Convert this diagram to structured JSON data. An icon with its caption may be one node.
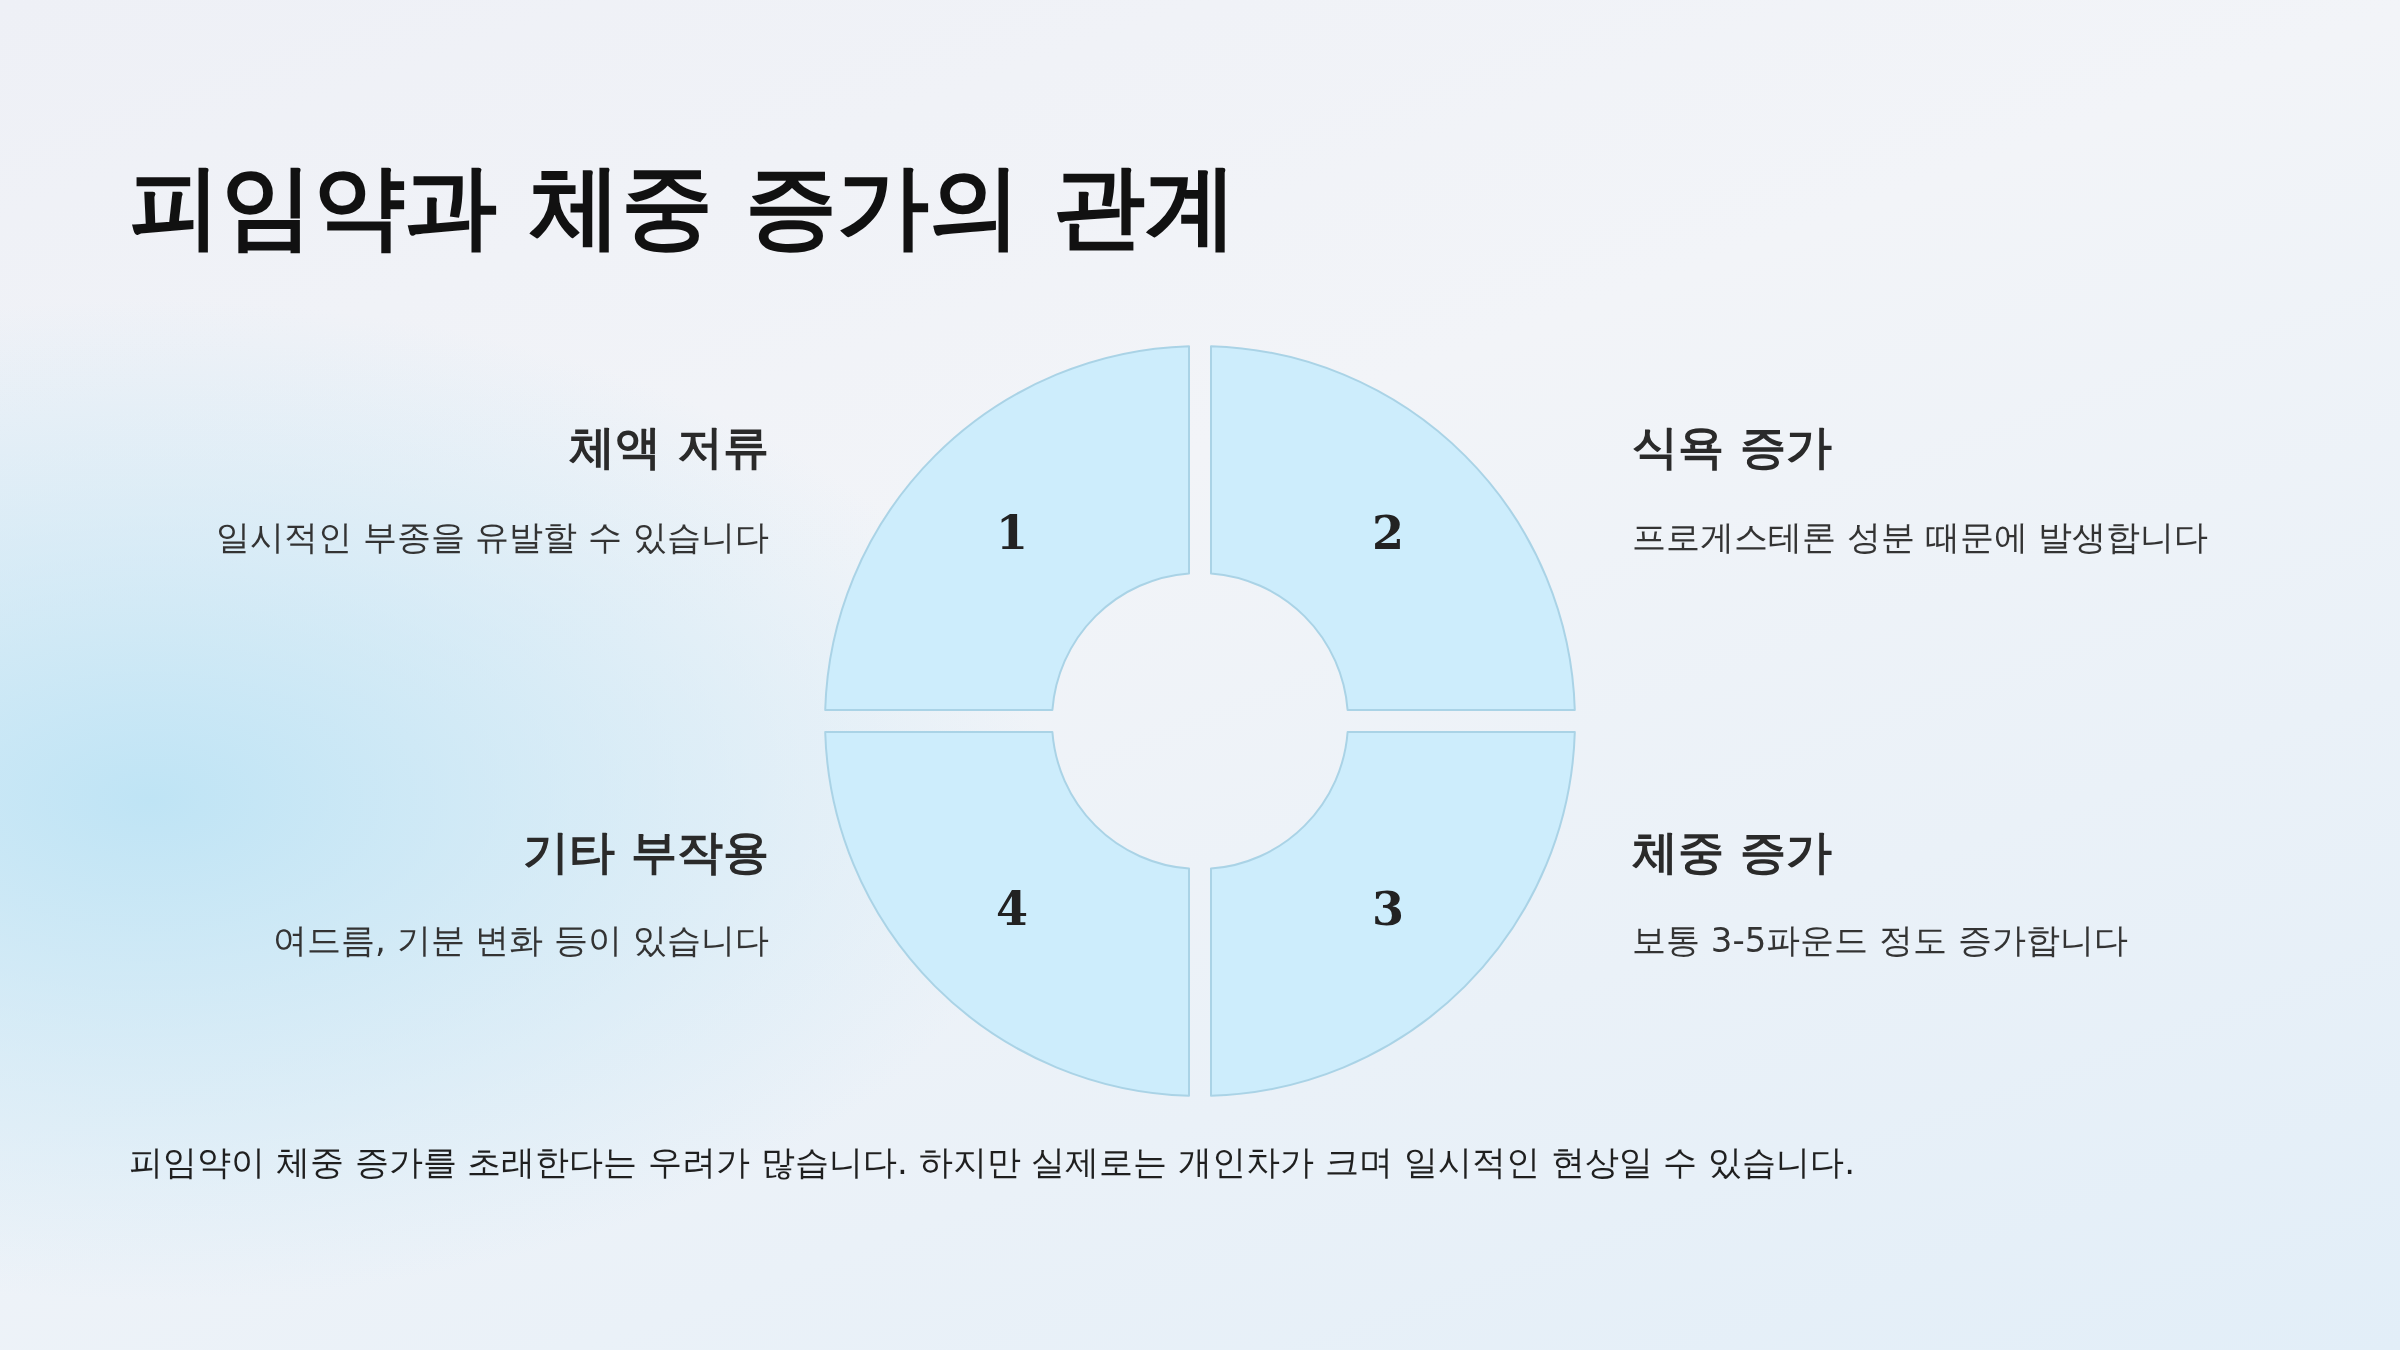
{
  "diagram": {
    "title": "피임약과 체중 증가의 관계",
    "nodes": [
      {
        "text": [
          "1"
        ],
        "beside": [
          "체액 저류",
          "일시적인 부종을 유발할 수 있습니다"
        ]
      },
      {
        "text": [
          "2"
        ],
        "beside": [
          "식욕 증가",
          "프로게스테론 성분 때문에 발생합니다"
        ]
      },
      {
        "text": [
          "4"
        ],
        "beside": [
          "기타 부작용",
          "여드름, 기분 변화 등이 있습니다"
        ]
      },
      {
        "text": [
          "3"
        ],
        "beside": [
          "체중 증가",
          "보통 3-5파운드 정도 증가합니다"
        ]
      }
    ],
    "caption": "피임약이 체중 증가를 초래한다는 우려가 많습니다. 하지만 실제로는 개인차가 크며 일시적인 현상일 수 있습니다."
  }
}
